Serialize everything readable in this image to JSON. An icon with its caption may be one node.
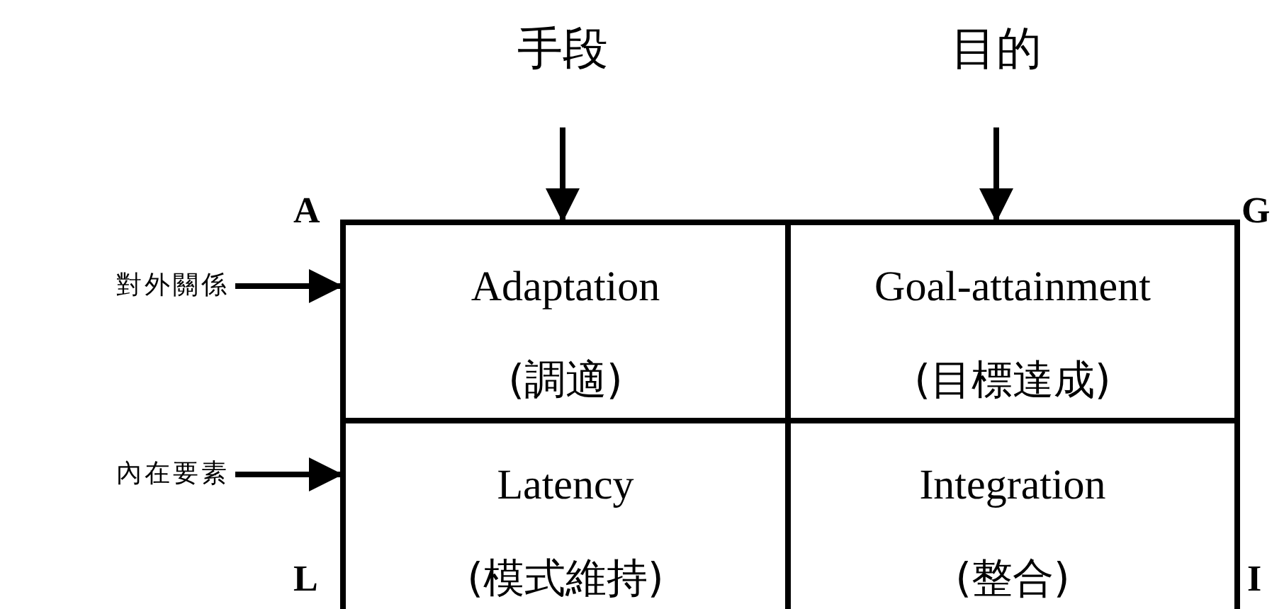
{
  "diagram": {
    "nodes": [
      {
        "text": [
          "手段"
        ]
      },
      {
        "text": [
          "目的"
        ]
      },
      {
        "text": [
          "對外關係"
        ]
      },
      {
        "text": [
          "內在要素"
        ]
      },
      {
        "text": [
          "Adaptation",
          "(調適)"
        ]
      },
      {
        "text": [
          "Goal-attainment",
          "(目標達成)"
        ]
      },
      {
        "text": [
          "Latency",
          "(模式維持)"
        ]
      },
      {
        "text": [
          "Integration",
          "(整合)"
        ]
      }
    ],
    "edges": [
      {
        "from": 0,
        "to": 4,
        "arrow": "to"
      },
      {
        "from": 1,
        "to": 5,
        "arrow": "to"
      },
      {
        "from": 2,
        "to": 4,
        "arrow": "to"
      },
      {
        "from": 3,
        "to": 6,
        "arrow": "to"
      }
    ],
    "labels": [
      "A",
      "G",
      "L",
      "I"
    ]
  }
}
